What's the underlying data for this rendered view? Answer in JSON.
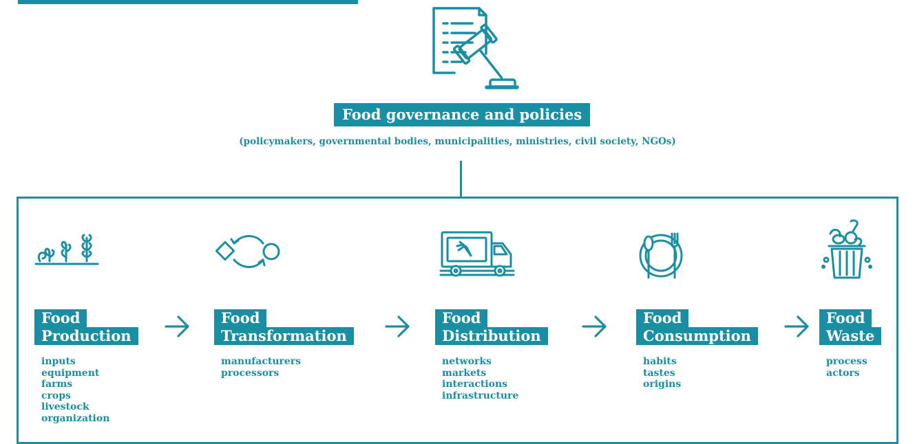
{
  "brand_color": "#1a8ea3",
  "governance": {
    "icon": "gavel-document-icon",
    "title": "Food governance and policies",
    "subtitle": "(policymakers, governmental bodies, municipalities, ministries, civil society, NGOs)"
  },
  "stages": [
    {
      "icon": "sprouts-icon",
      "title_line1": "Food",
      "title_line2": "Production",
      "items": [
        "inputs",
        "equipment",
        "farms",
        "crops",
        "livestock",
        "organization"
      ]
    },
    {
      "icon": "transformation-cycle-icon",
      "title_line1": "Food",
      "title_line2": "Transformation",
      "items": [
        "manufacturers",
        "processors"
      ]
    },
    {
      "icon": "delivery-truck-icon",
      "title_line1": "Food",
      "title_line2": "Distribution",
      "items": [
        "networks",
        "markets",
        "interactions",
        "infrastructure"
      ]
    },
    {
      "icon": "plate-cutlery-icon",
      "title_line1": "Food",
      "title_line2": "Consumption",
      "items": [
        "habits",
        "tastes",
        "origins"
      ]
    },
    {
      "icon": "waste-bin-icon",
      "title_line1": "Food",
      "title_line2": "Waste",
      "items": [
        "process",
        "actors"
      ]
    }
  ],
  "arrow_icon": "right-arrow-icon"
}
